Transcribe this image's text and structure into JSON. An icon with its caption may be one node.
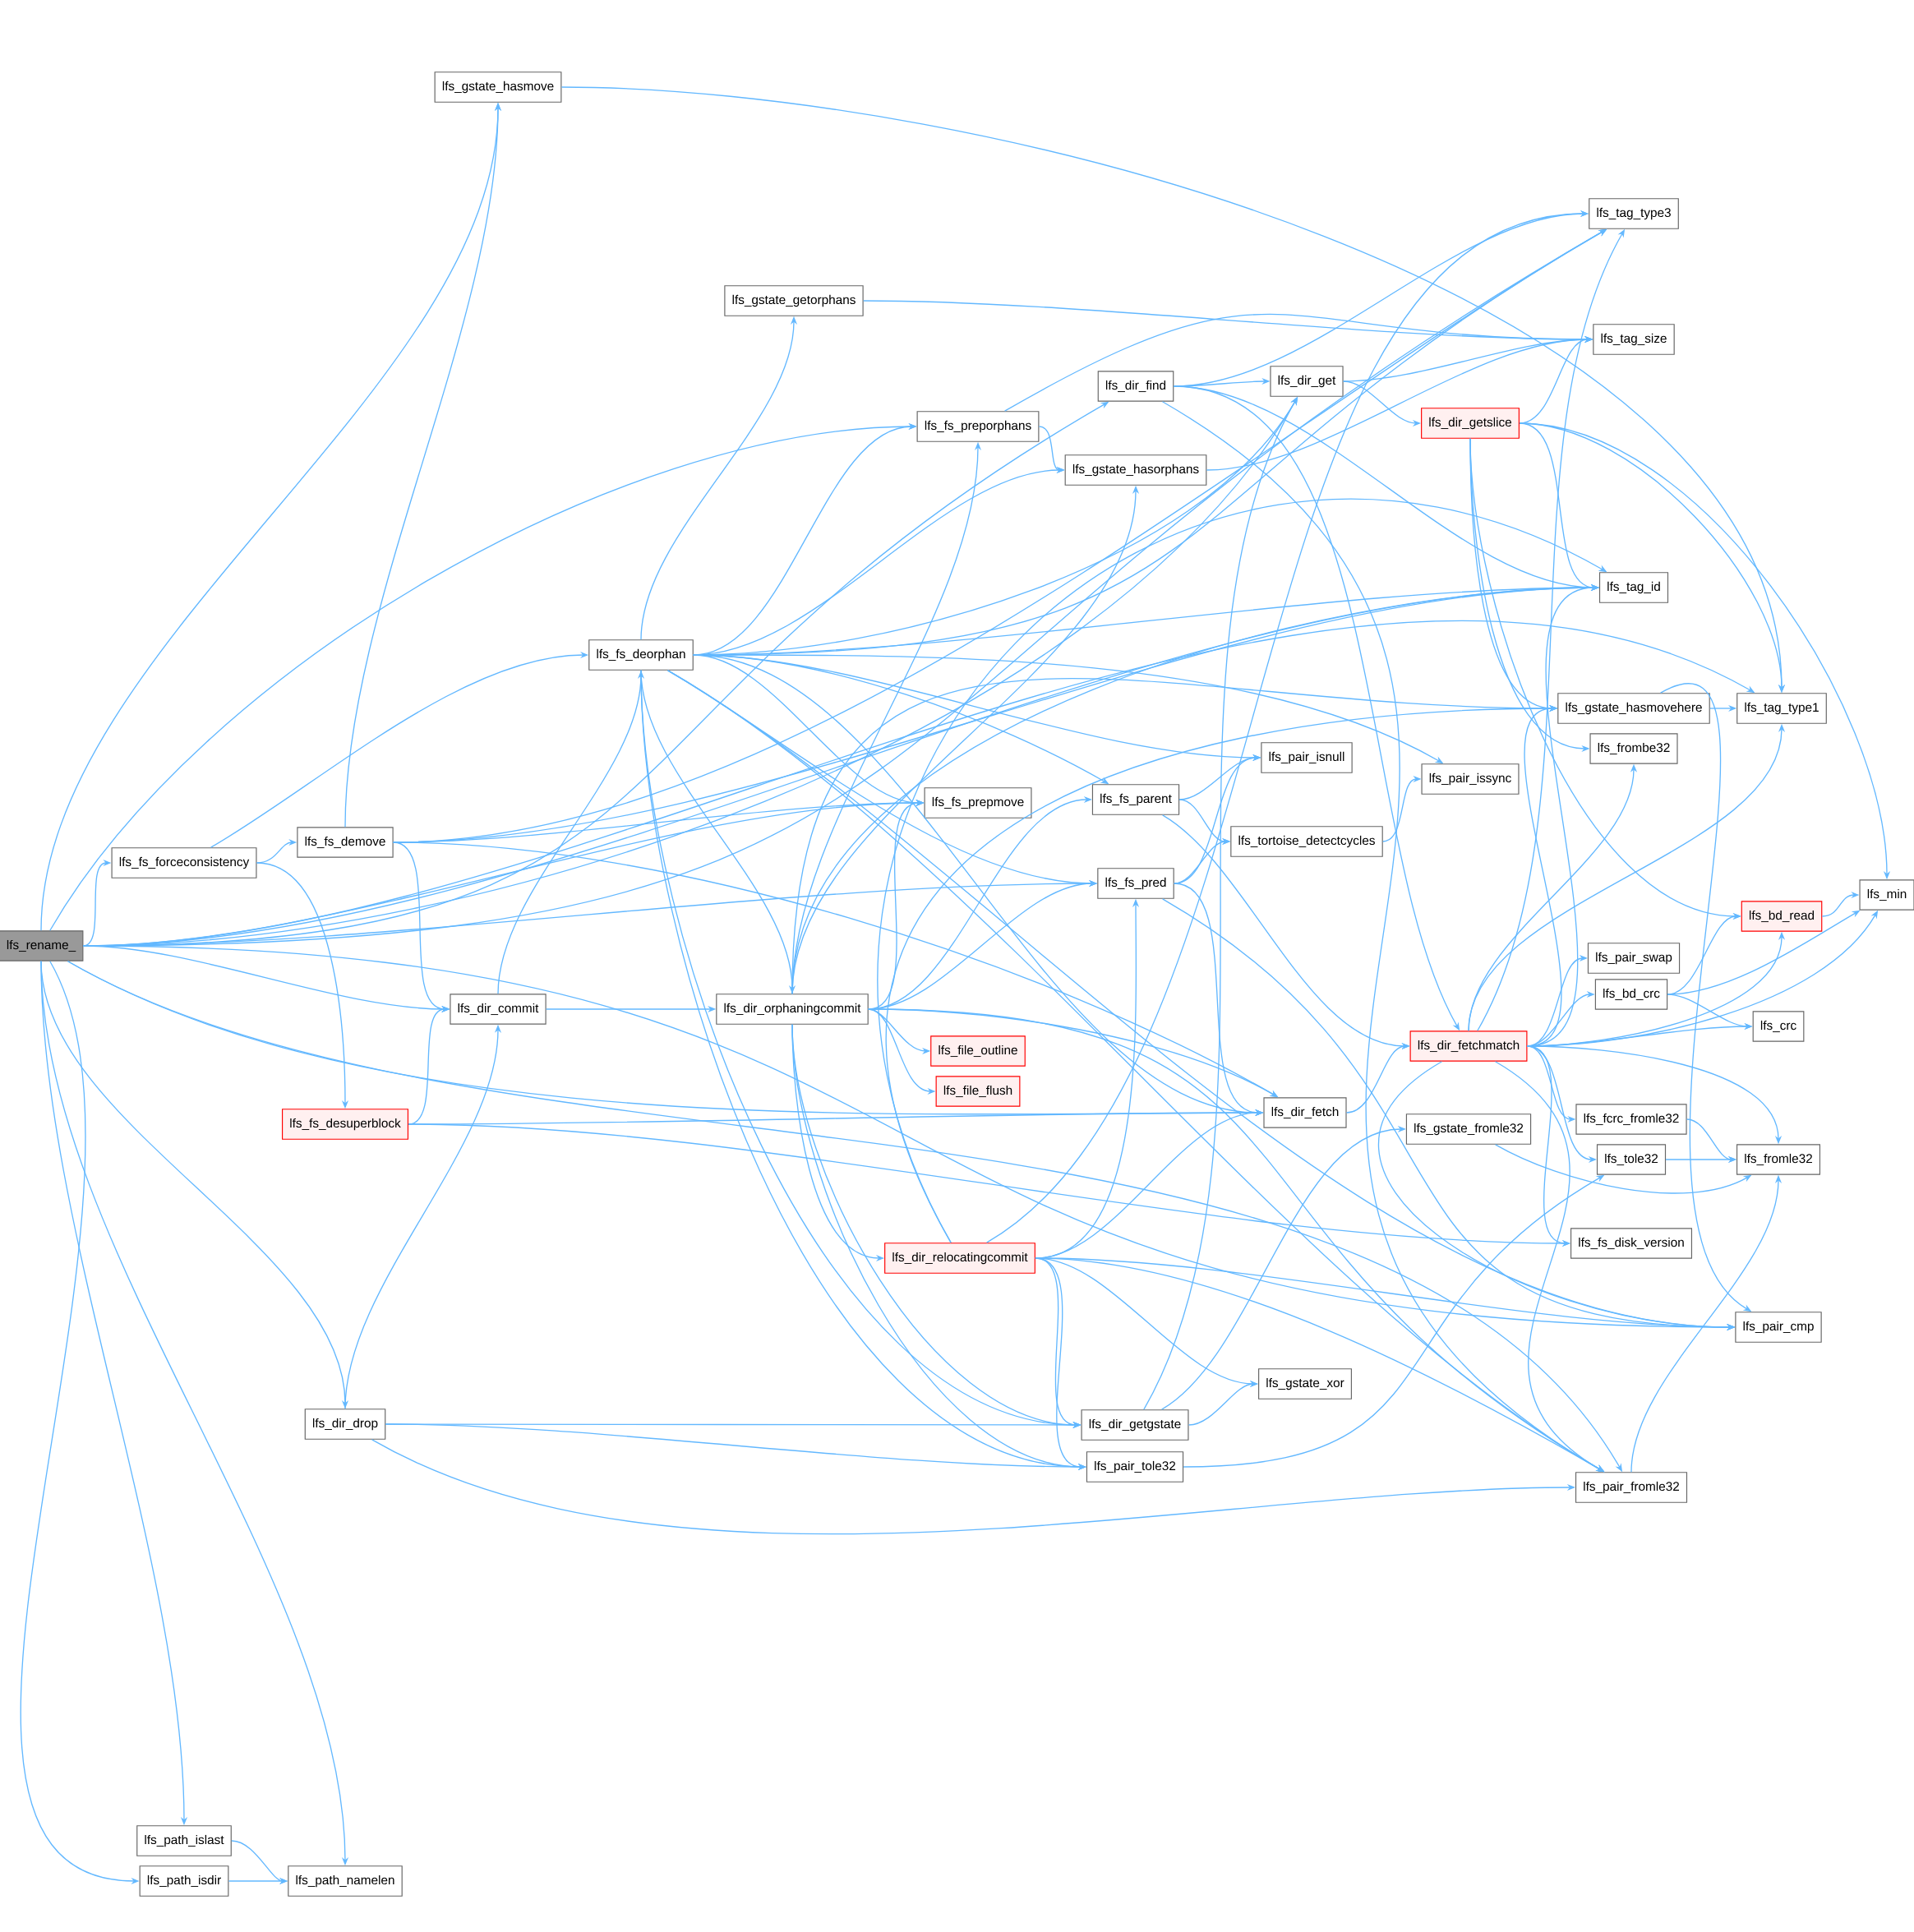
{
  "diagram": {
    "nodes": [
      {
        "text": [
          "lfs_rename_"
        ]
      },
      {
        "text": [
          "lfs_fs_forceconsistency"
        ]
      },
      {
        "text": [
          "lfs_fs_demove"
        ]
      },
      {
        "text": [
          "lfs_fs_deorphan"
        ]
      },
      {
        "text": [
          "lfs_gstate_hasmove"
        ]
      },
      {
        "text": [
          "lfs_gstate_getorphans"
        ]
      },
      {
        "text": [
          "lfs_fs_preporphans"
        ]
      },
      {
        "text": [
          "lfs_fs_prepmove"
        ]
      },
      {
        "text": [
          "lfs_dir_commit"
        ]
      },
      {
        "text": [
          "lfs_dir_orphaningcommit"
        ]
      },
      {
        "text": [
          "lfs_file_outline"
        ]
      },
      {
        "text": [
          "lfs_file_flush"
        ]
      },
      {
        "text": [
          "lfs_fs_desuperblock"
        ]
      },
      {
        "text": [
          "lfs_dir_relocatingcommit"
        ]
      },
      {
        "text": [
          "lfs_dir_drop"
        ]
      },
      {
        "text": [
          "lfs_path_islast"
        ]
      },
      {
        "text": [
          "lfs_path_isdir"
        ]
      },
      {
        "text": [
          "lfs_path_namelen"
        ]
      },
      {
        "text": [
          "lfs_dir_find"
        ]
      },
      {
        "text": [
          "lfs_dir_get"
        ]
      },
      {
        "text": [
          "lfs_gstate_hasorphans"
        ]
      },
      {
        "text": [
          "lfs_fs_parent"
        ]
      },
      {
        "text": [
          "lfs_pair_isnull"
        ]
      },
      {
        "text": [
          "lfs_tortoise_detectcycles"
        ]
      },
      {
        "text": [
          "lfs_fs_pred"
        ]
      },
      {
        "text": [
          "lfs_dir_fetch"
        ]
      },
      {
        "text": [
          "lfs_dir_getgstate"
        ]
      },
      {
        "text": [
          "lfs_pair_tole32"
        ]
      },
      {
        "text": [
          "lfs_gstate_xor"
        ]
      },
      {
        "text": [
          "lfs_pair_issync"
        ]
      },
      {
        "text": [
          "lfs_dir_getslice"
        ]
      },
      {
        "text": [
          "lfs_dir_fetchmatch"
        ]
      },
      {
        "text": [
          "lfs_gstate_fromle32"
        ]
      },
      {
        "text": [
          "lfs_pair_fromle32"
        ]
      },
      {
        "text": [
          "lfs_tag_type3"
        ]
      },
      {
        "text": [
          "lfs_tag_size"
        ]
      },
      {
        "text": [
          "lfs_tag_id"
        ]
      },
      {
        "text": [
          "lfs_gstate_hasmovehere"
        ]
      },
      {
        "text": [
          "lfs_frombe32"
        ]
      },
      {
        "text": [
          "lfs_pair_swap"
        ]
      },
      {
        "text": [
          "lfs_bd_crc"
        ]
      },
      {
        "text": [
          "lfs_fcrc_fromle32"
        ]
      },
      {
        "text": [
          "lfs_tole32"
        ]
      },
      {
        "text": [
          "lfs_fs_disk_version"
        ]
      },
      {
        "text": [
          "lfs_tag_type1"
        ]
      },
      {
        "text": [
          "lfs_bd_read"
        ]
      },
      {
        "text": [
          "lfs_min"
        ]
      },
      {
        "text": [
          "lfs_crc"
        ]
      },
      {
        "text": [
          "lfs_fromle32"
        ]
      },
      {
        "text": [
          "lfs_pair_cmp"
        ]
      }
    ],
    "edges": [
      {
        "from": 0,
        "to": 1,
        "arrow": "to"
      },
      {
        "from": 0,
        "to": 4,
        "arrow": "to"
      },
      {
        "from": 0,
        "to": 44,
        "arrow": "to"
      },
      {
        "from": 0,
        "to": 34,
        "arrow": "to"
      },
      {
        "from": 0,
        "to": 36,
        "arrow": "to"
      },
      {
        "from": 0,
        "to": 19,
        "arrow": "to"
      },
      {
        "from": 0,
        "to": 18,
        "arrow": "to"
      },
      {
        "from": 0,
        "to": 6,
        "arrow": "to"
      },
      {
        "from": 0,
        "to": 7,
        "arrow": "to"
      },
      {
        "from": 0,
        "to": 24,
        "arrow": "to"
      },
      {
        "from": 0,
        "to": 8,
        "arrow": "to"
      },
      {
        "from": 0,
        "to": 25,
        "arrow": "to"
      },
      {
        "from": 0,
        "to": 14,
        "arrow": "to"
      },
      {
        "from": 0,
        "to": 33,
        "arrow": "to"
      },
      {
        "from": 0,
        "to": 49,
        "arrow": "to"
      },
      {
        "from": 0,
        "to": 15,
        "arrow": "to"
      },
      {
        "from": 0,
        "to": 16,
        "arrow": "to"
      },
      {
        "from": 0,
        "to": 17,
        "arrow": "to"
      },
      {
        "from": 1,
        "to": 2,
        "arrow": "to"
      },
      {
        "from": 1,
        "to": 3,
        "arrow": "to"
      },
      {
        "from": 1,
        "to": 12,
        "arrow": "to"
      },
      {
        "from": 2,
        "to": 4,
        "arrow": "to"
      },
      {
        "from": 2,
        "to": 34,
        "arrow": "to"
      },
      {
        "from": 2,
        "to": 36,
        "arrow": "to"
      },
      {
        "from": 2,
        "to": 7,
        "arrow": "to"
      },
      {
        "from": 2,
        "to": 8,
        "arrow": "to"
      },
      {
        "from": 2,
        "to": 25,
        "arrow": "to"
      },
      {
        "from": 3,
        "to": 5,
        "arrow": "to"
      },
      {
        "from": 3,
        "to": 6,
        "arrow": "to"
      },
      {
        "from": 3,
        "to": 20,
        "arrow": "to"
      },
      {
        "from": 3,
        "to": 7,
        "arrow": "to"
      },
      {
        "from": 3,
        "to": 9,
        "arrow": "to"
      },
      {
        "from": 3,
        "to": 36,
        "arrow": "to"
      },
      {
        "from": 3,
        "to": 19,
        "arrow": "to"
      },
      {
        "from": 3,
        "to": 22,
        "arrow": "to"
      },
      {
        "from": 3,
        "to": 29,
        "arrow": "to"
      },
      {
        "from": 3,
        "to": 21,
        "arrow": "to"
      },
      {
        "from": 3,
        "to": 24,
        "arrow": "to"
      },
      {
        "from": 3,
        "to": 25,
        "arrow": "to"
      },
      {
        "from": 3,
        "to": 26,
        "arrow": "to"
      },
      {
        "from": 3,
        "to": 27,
        "arrow": "to"
      },
      {
        "from": 3,
        "to": 33,
        "arrow": "to"
      },
      {
        "from": 3,
        "to": 49,
        "arrow": "to"
      },
      {
        "from": 3,
        "to": 34,
        "arrow": "to"
      },
      {
        "from": 4,
        "to": 44,
        "arrow": "to"
      },
      {
        "from": 5,
        "to": 35,
        "arrow": "to"
      },
      {
        "from": 6,
        "to": 35,
        "arrow": "to"
      },
      {
        "from": 6,
        "to": 20,
        "arrow": "to"
      },
      {
        "from": 8,
        "to": 9,
        "arrow": "to"
      },
      {
        "from": 8,
        "to": 3,
        "arrow": "to"
      },
      {
        "from": 9,
        "to": 10,
        "arrow": "to"
      },
      {
        "from": 9,
        "to": 11,
        "arrow": "to"
      },
      {
        "from": 9,
        "to": 13,
        "arrow": "to"
      },
      {
        "from": 9,
        "to": 7,
        "arrow": "to"
      },
      {
        "from": 9,
        "to": 6,
        "arrow": "to"
      },
      {
        "from": 9,
        "to": 20,
        "arrow": "to"
      },
      {
        "from": 9,
        "to": 21,
        "arrow": "to"
      },
      {
        "from": 9,
        "to": 24,
        "arrow": "to"
      },
      {
        "from": 9,
        "to": 36,
        "arrow": "to"
      },
      {
        "from": 9,
        "to": 37,
        "arrow": "to"
      },
      {
        "from": 9,
        "to": 25,
        "arrow": "to"
      },
      {
        "from": 9,
        "to": 26,
        "arrow": "to"
      },
      {
        "from": 9,
        "to": 27,
        "arrow": "to"
      },
      {
        "from": 9,
        "to": 33,
        "arrow": "to"
      },
      {
        "from": 12,
        "to": 8,
        "arrow": "to"
      },
      {
        "from": 12,
        "to": 25,
        "arrow": "to"
      },
      {
        "from": 12,
        "to": 43,
        "arrow": "to"
      },
      {
        "from": 13,
        "to": 24,
        "arrow": "to"
      },
      {
        "from": 13,
        "to": 25,
        "arrow": "to"
      },
      {
        "from": 13,
        "to": 26,
        "arrow": "to"
      },
      {
        "from": 13,
        "to": 27,
        "arrow": "to"
      },
      {
        "from": 13,
        "to": 28,
        "arrow": "to"
      },
      {
        "from": 13,
        "to": 33,
        "arrow": "to"
      },
      {
        "from": 13,
        "to": 49,
        "arrow": "to"
      },
      {
        "from": 13,
        "to": 34,
        "arrow": "to"
      },
      {
        "from": 13,
        "to": 36,
        "arrow": "to"
      },
      {
        "from": 13,
        "to": 37,
        "arrow": "to"
      },
      {
        "from": 14,
        "to": 8,
        "arrow": "to"
      },
      {
        "from": 14,
        "to": 26,
        "arrow": "to"
      },
      {
        "from": 14,
        "to": 27,
        "arrow": "to"
      },
      {
        "from": 14,
        "to": 33,
        "arrow": "to"
      },
      {
        "from": 15,
        "to": 17,
        "arrow": "to"
      },
      {
        "from": 16,
        "to": 17,
        "arrow": "to"
      },
      {
        "from": 18,
        "to": 19,
        "arrow": "to"
      },
      {
        "from": 18,
        "to": 34,
        "arrow": "to"
      },
      {
        "from": 18,
        "to": 36,
        "arrow": "to"
      },
      {
        "from": 18,
        "to": 31,
        "arrow": "to"
      },
      {
        "from": 18,
        "to": 33,
        "arrow": "to"
      },
      {
        "from": 19,
        "to": 30,
        "arrow": "to"
      },
      {
        "from": 19,
        "to": 35,
        "arrow": "to"
      },
      {
        "from": 20,
        "to": 35,
        "arrow": "to"
      },
      {
        "from": 21,
        "to": 22,
        "arrow": "to"
      },
      {
        "from": 21,
        "to": 23,
        "arrow": "to"
      },
      {
        "from": 21,
        "to": 31,
        "arrow": "to"
      },
      {
        "from": 23,
        "to": 29,
        "arrow": "to"
      },
      {
        "from": 24,
        "to": 22,
        "arrow": "to"
      },
      {
        "from": 24,
        "to": 23,
        "arrow": "to"
      },
      {
        "from": 24,
        "to": 25,
        "arrow": "to"
      },
      {
        "from": 24,
        "to": 49,
        "arrow": "to"
      },
      {
        "from": 25,
        "to": 31,
        "arrow": "to"
      },
      {
        "from": 26,
        "to": 19,
        "arrow": "to"
      },
      {
        "from": 26,
        "to": 28,
        "arrow": "to"
      },
      {
        "from": 26,
        "to": 32,
        "arrow": "to"
      },
      {
        "from": 27,
        "to": 42,
        "arrow": "to"
      },
      {
        "from": 30,
        "to": 35,
        "arrow": "to"
      },
      {
        "from": 30,
        "to": 36,
        "arrow": "to"
      },
      {
        "from": 30,
        "to": 37,
        "arrow": "to"
      },
      {
        "from": 30,
        "to": 38,
        "arrow": "to"
      },
      {
        "from": 30,
        "to": 44,
        "arrow": "to"
      },
      {
        "from": 30,
        "to": 45,
        "arrow": "to"
      },
      {
        "from": 30,
        "to": 46,
        "arrow": "to"
      },
      {
        "from": 31,
        "to": 34,
        "arrow": "to"
      },
      {
        "from": 31,
        "to": 36,
        "arrow": "to"
      },
      {
        "from": 31,
        "to": 37,
        "arrow": "to"
      },
      {
        "from": 31,
        "to": 38,
        "arrow": "to"
      },
      {
        "from": 31,
        "to": 44,
        "arrow": "to"
      },
      {
        "from": 31,
        "to": 46,
        "arrow": "to"
      },
      {
        "from": 31,
        "to": 45,
        "arrow": "to"
      },
      {
        "from": 31,
        "to": 39,
        "arrow": "to"
      },
      {
        "from": 31,
        "to": 40,
        "arrow": "to"
      },
      {
        "from": 31,
        "to": 47,
        "arrow": "to"
      },
      {
        "from": 31,
        "to": 41,
        "arrow": "to"
      },
      {
        "from": 31,
        "to": 42,
        "arrow": "to"
      },
      {
        "from": 31,
        "to": 48,
        "arrow": "to"
      },
      {
        "from": 31,
        "to": 43,
        "arrow": "to"
      },
      {
        "from": 31,
        "to": 33,
        "arrow": "to"
      },
      {
        "from": 31,
        "to": 49,
        "arrow": "to"
      },
      {
        "from": 32,
        "to": 48,
        "arrow": "to"
      },
      {
        "from": 33,
        "to": 48,
        "arrow": "to"
      },
      {
        "from": 37,
        "to": 44,
        "arrow": "to"
      },
      {
        "from": 37,
        "to": 49,
        "arrow": "to"
      },
      {
        "from": 40,
        "to": 45,
        "arrow": "to"
      },
      {
        "from": 40,
        "to": 46,
        "arrow": "to"
      },
      {
        "from": 40,
        "to": 47,
        "arrow": "to"
      },
      {
        "from": 41,
        "to": 48,
        "arrow": "to"
      },
      {
        "from": 42,
        "to": 48,
        "arrow": "to"
      },
      {
        "from": 45,
        "to": 46,
        "arrow": "to"
      }
    ]
  }
}
